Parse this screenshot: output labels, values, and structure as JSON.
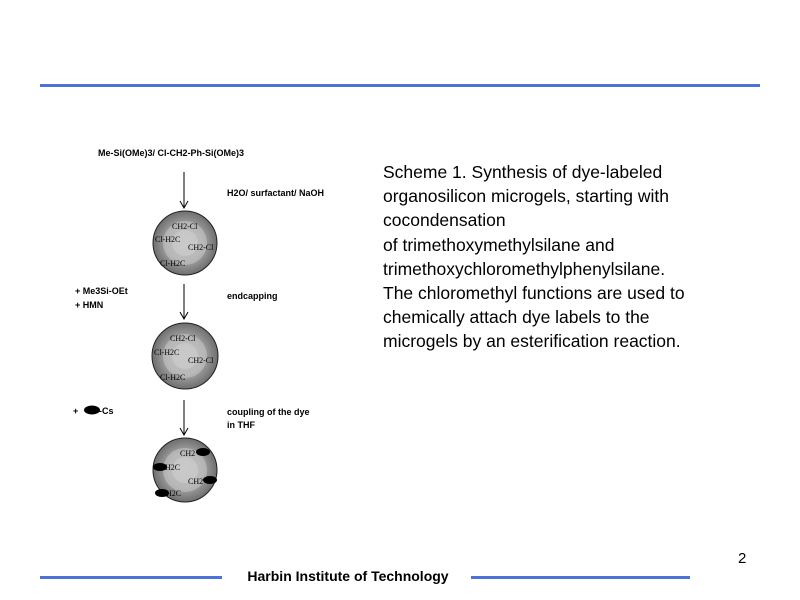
{
  "scheme": {
    "start": "Me-Si(OMe)3/ Cl-CH2-Ph-Si(OMe)3",
    "step1_condition": "H2O/ surfactant/ NaOH",
    "step2_reagents": [
      "+ Me3Si-OEt",
      "+ HMN"
    ],
    "step2_condition": "endcapping",
    "step3_reagent_prefix": "+",
    "step3_reagent_suffix": "-Cs",
    "step3_condition": [
      "coupling of the dye",
      "in THF"
    ],
    "particle1_labels": [
      "CH2-Cl",
      "Cl-H2C",
      "CH2-Cl",
      "Cl-H2C"
    ],
    "particle2_labels": [
      "CH2-Cl",
      "Cl-H2C",
      "CH2-Cl",
      "Cl-H2C"
    ],
    "particle3_labels": [
      "CH2",
      "H2C",
      "CH2",
      "H2C"
    ]
  },
  "caption_lines": [
    "Scheme 1. Synthesis of dye-labeled",
    "organosilicon microgels, starting with",
    "cocondensation",
    "of trimethoxymethylsilane and",
    "trimethoxychloromethylphenylsilane.",
    "The chloromethyl functions are used to",
    "chemically attach dye labels to the",
    "microgels by an esterification reaction."
  ],
  "footer": {
    "institution": "Harbin Institute of Technology"
  },
  "page_number": "2",
  "colors": {
    "accent": "#4a72d9"
  }
}
